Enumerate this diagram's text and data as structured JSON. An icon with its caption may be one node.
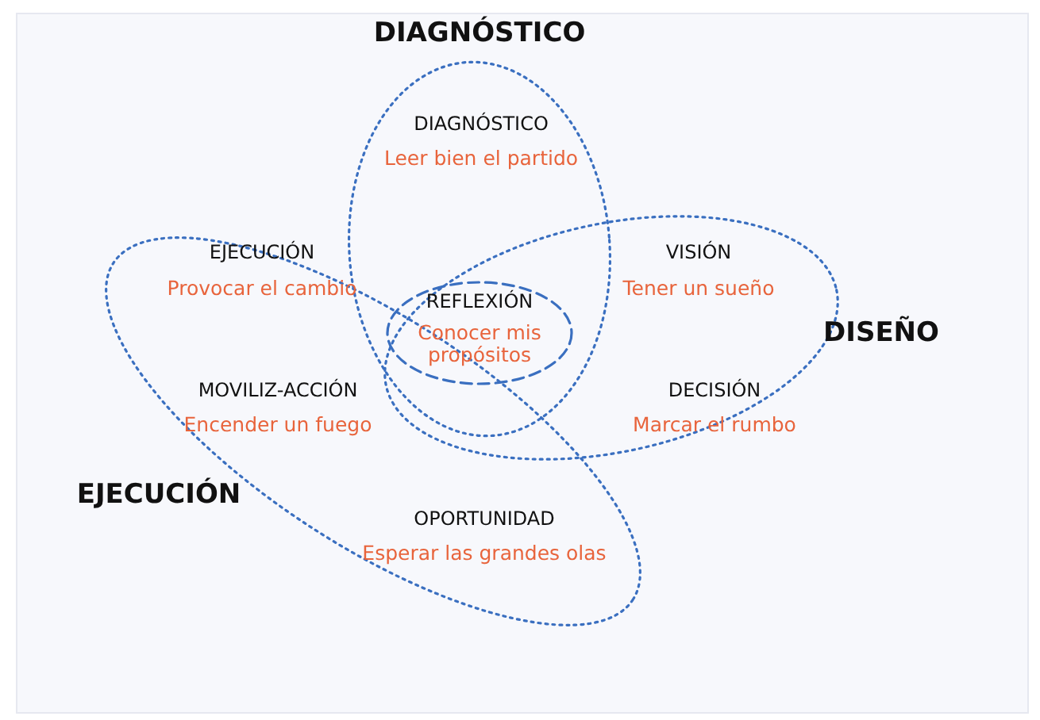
{
  "diagram": {
    "nodes": [
      {
        "text": [
          "DIAGNÓSTICO"
        ]
      },
      {
        "text": [
          "DISEÑO"
        ]
      },
      {
        "text": [
          "EJECUCIÓN"
        ]
      },
      {
        "text": [
          "REFLEXIÓN",
          "Conocer mis propósitos"
        ]
      }
    ],
    "labels": [
      "DIAGNÓSTICO",
      "Leer bien el partido",
      "EJECUCIÓN",
      "Provocar el cambio",
      "VISIÓN",
      "Tener un sueño",
      "MOVILIZ-ACCIÓN",
      "Encender un fuego",
      "DECISIÓN",
      "Marcar el rumbo",
      "OPORTUNIDAD",
      "Esperar las grandes olas"
    ]
  }
}
